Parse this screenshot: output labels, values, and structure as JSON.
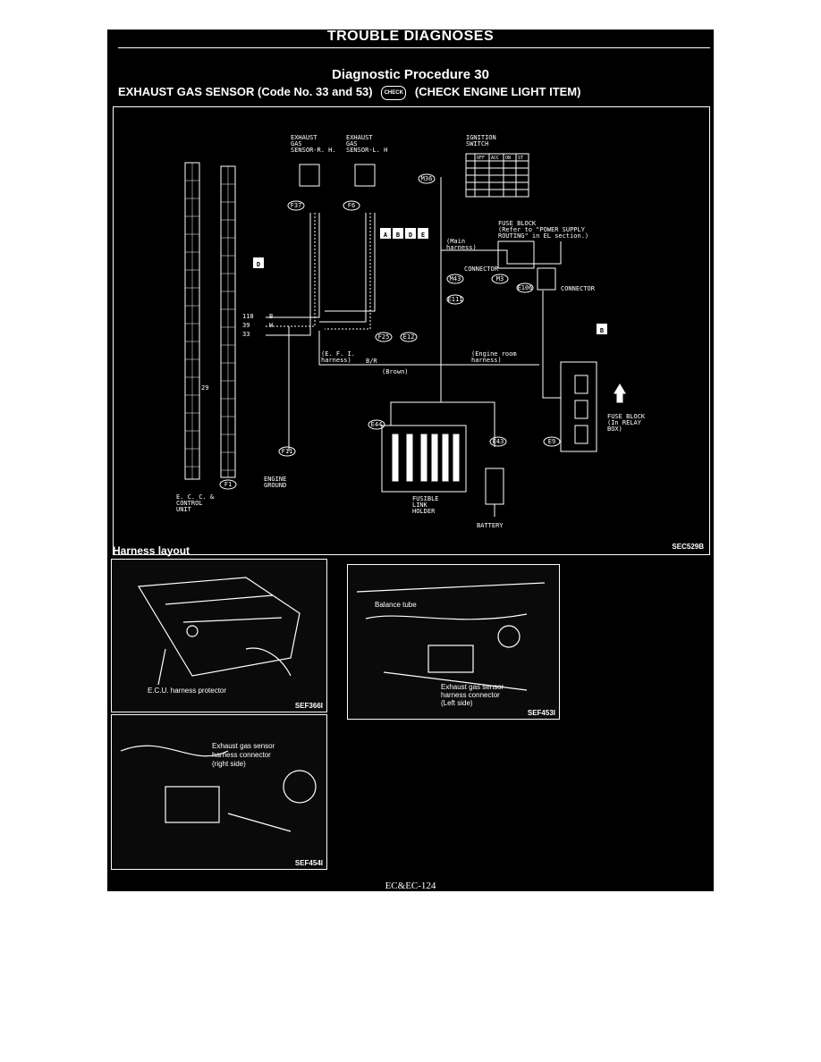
{
  "header": {
    "title": "TROUBLE DIAGNOSES"
  },
  "procedure": {
    "title": "Diagnostic Procedure 30",
    "subtitle_left": "EXHAUST GAS SENSOR (Code No. 33 and 53)",
    "check_icon_text": "CHECK",
    "subtitle_right": "(CHECK ENGINE LIGHT ITEM)"
  },
  "diagram": {
    "code": "SEC529B",
    "labels": {
      "sensor_rh": [
        "EXHAUST",
        "GAS",
        "SENSOR-R. H."
      ],
      "sensor_lh": [
        "EXHAUST",
        "GAS",
        "SENSOR-L. H"
      ],
      "ignition": [
        "IGNITION",
        "SWITCH"
      ],
      "ignition_table_header": [
        "OFF",
        "ACC",
        "ON",
        "ST"
      ],
      "fuse_block_top": [
        "FUSE BLOCK",
        "(Refer to \"POWER SUPPLY",
        "ROUTING\" in EL section.)"
      ],
      "main_harness": [
        "(Main",
        "harness)"
      ],
      "connector1": "CONNECTOR",
      "connector2": "CONNECTOR",
      "efi_harness": [
        "(E. F. I.",
        "harness)"
      ],
      "brown": "(Brown)",
      "engine_room": [
        "(Engine room",
        "harness)"
      ],
      "fuse_block_relay": [
        "FUSE BLOCK",
        "(In RELAY",
        "BOX)"
      ],
      "fusible_link": [
        "FUSIBLE",
        "LINK",
        "HOLDER"
      ],
      "battery": "BATTERY",
      "engine_ground": [
        "ENGINE",
        "GROUND"
      ],
      "ecu": [
        "E. C. C. &",
        "CONTROL",
        "UNIT"
      ],
      "wire_br": "B/R",
      "wire_b": "B",
      "wire_w": "W",
      "pin_118": "118",
      "pin_39": "39",
      "pin_33": "33",
      "pin_29": "29"
    },
    "connectors": [
      "F37",
      "F6",
      "M36",
      "M43",
      "M3",
      "E106",
      "F25",
      "E12",
      "E44",
      "E43",
      "E9",
      "F11",
      "F1",
      "E111"
    ],
    "boxes": [
      "A",
      "B",
      "D",
      "E"
    ],
    "box_d": "D",
    "box_b": "B"
  },
  "harness_layout": {
    "title": "Harness layout"
  },
  "photos": [
    {
      "code": "SEF366I",
      "callouts": [
        "E.C.U. harness protector"
      ]
    },
    {
      "code": "SEF453I",
      "callouts": [
        "Balance tube",
        "Exhaust gas sensor",
        "harness connector",
        "(Left side)"
      ]
    },
    {
      "code": "SEF454I",
      "callouts": [
        "Exhaust gas sensor",
        "harness connector",
        "(right side)"
      ]
    }
  ],
  "footer": {
    "page_number": "EC&EC-124"
  }
}
